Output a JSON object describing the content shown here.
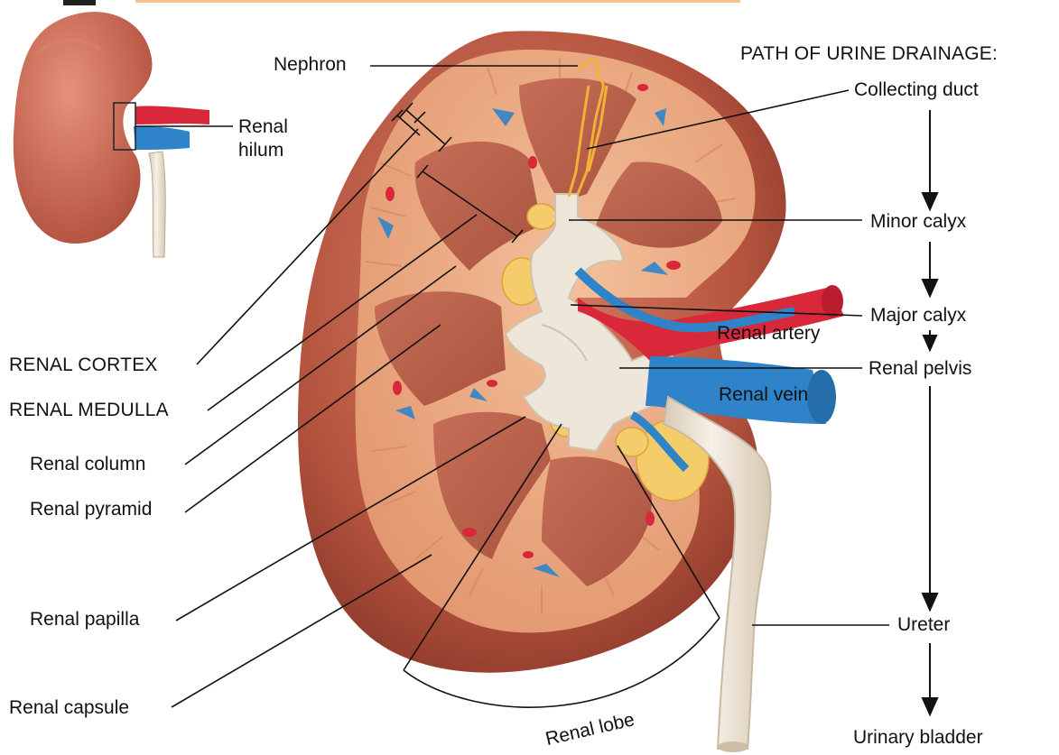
{
  "labels": {
    "nephron": "Nephron",
    "renal_hilum_line1": "Renal",
    "renal_hilum_line2": "hilum",
    "renal_cortex": "RENAL CORTEX",
    "renal_medulla": "RENAL MEDULLA",
    "renal_column": "Renal column",
    "renal_pyramid": "Renal pyramid",
    "renal_papilla": "Renal papilla",
    "renal_capsule": "Renal capsule",
    "renal_artery": "Renal artery",
    "renal_vein": "Renal vein",
    "renal_lobe": "Renal lobe"
  },
  "drainage_path": {
    "heading": "PATH OF URINE DRAINAGE:",
    "steps": [
      "Collecting duct",
      "Minor calyx",
      "Major calyx",
      "Renal pelvis",
      "Ureter",
      "Urinary bladder"
    ]
  },
  "colors": {
    "cortex": "#e9a27a",
    "pyramid": "#b8634e",
    "capsule_outer": "#b6553f",
    "calyx": "#efe6da",
    "fat": "#f4cd6a",
    "artery": "#d8283a",
    "vein": "#2f84c9",
    "ureter": "#efe6d6",
    "nephron": "#f0b23a"
  }
}
